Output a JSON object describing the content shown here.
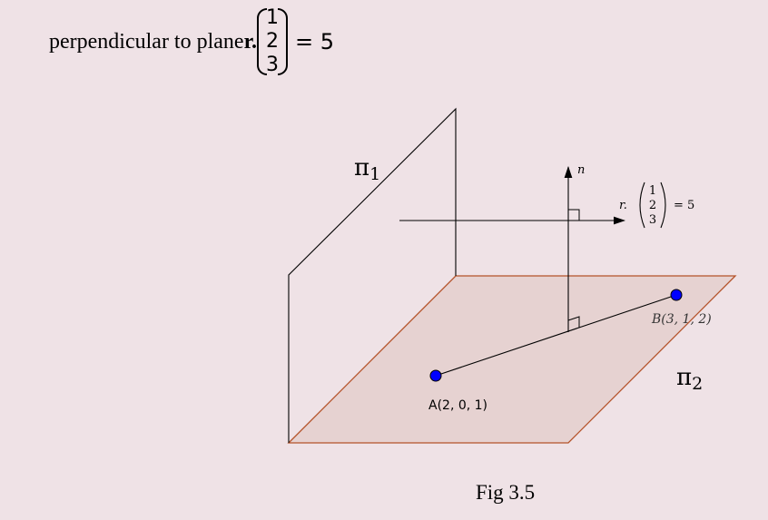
{
  "intro": {
    "text": "perpendicular to plane ",
    "bold_r": "r.",
    "vector": [
      "1",
      "2",
      "3"
    ],
    "equals": "= 5"
  },
  "diagram": {
    "plane1_label": "π",
    "plane1_sub": "1",
    "plane2_label": "π",
    "plane2_sub": "2",
    "normal_label": "n",
    "plane_eq_prefix": "r.",
    "plane_eq_vector": [
      "1",
      "2",
      "3"
    ],
    "plane_eq_suffix": "= 5",
    "point_a": "A(2, 0, 1)",
    "point_b": "B(3, 1, 2)",
    "colors": {
      "plane_fill": "#e6d2d1",
      "plane_edge": "#b5532a",
      "point": "#0000ff"
    }
  },
  "caption": "Fig 3.5"
}
